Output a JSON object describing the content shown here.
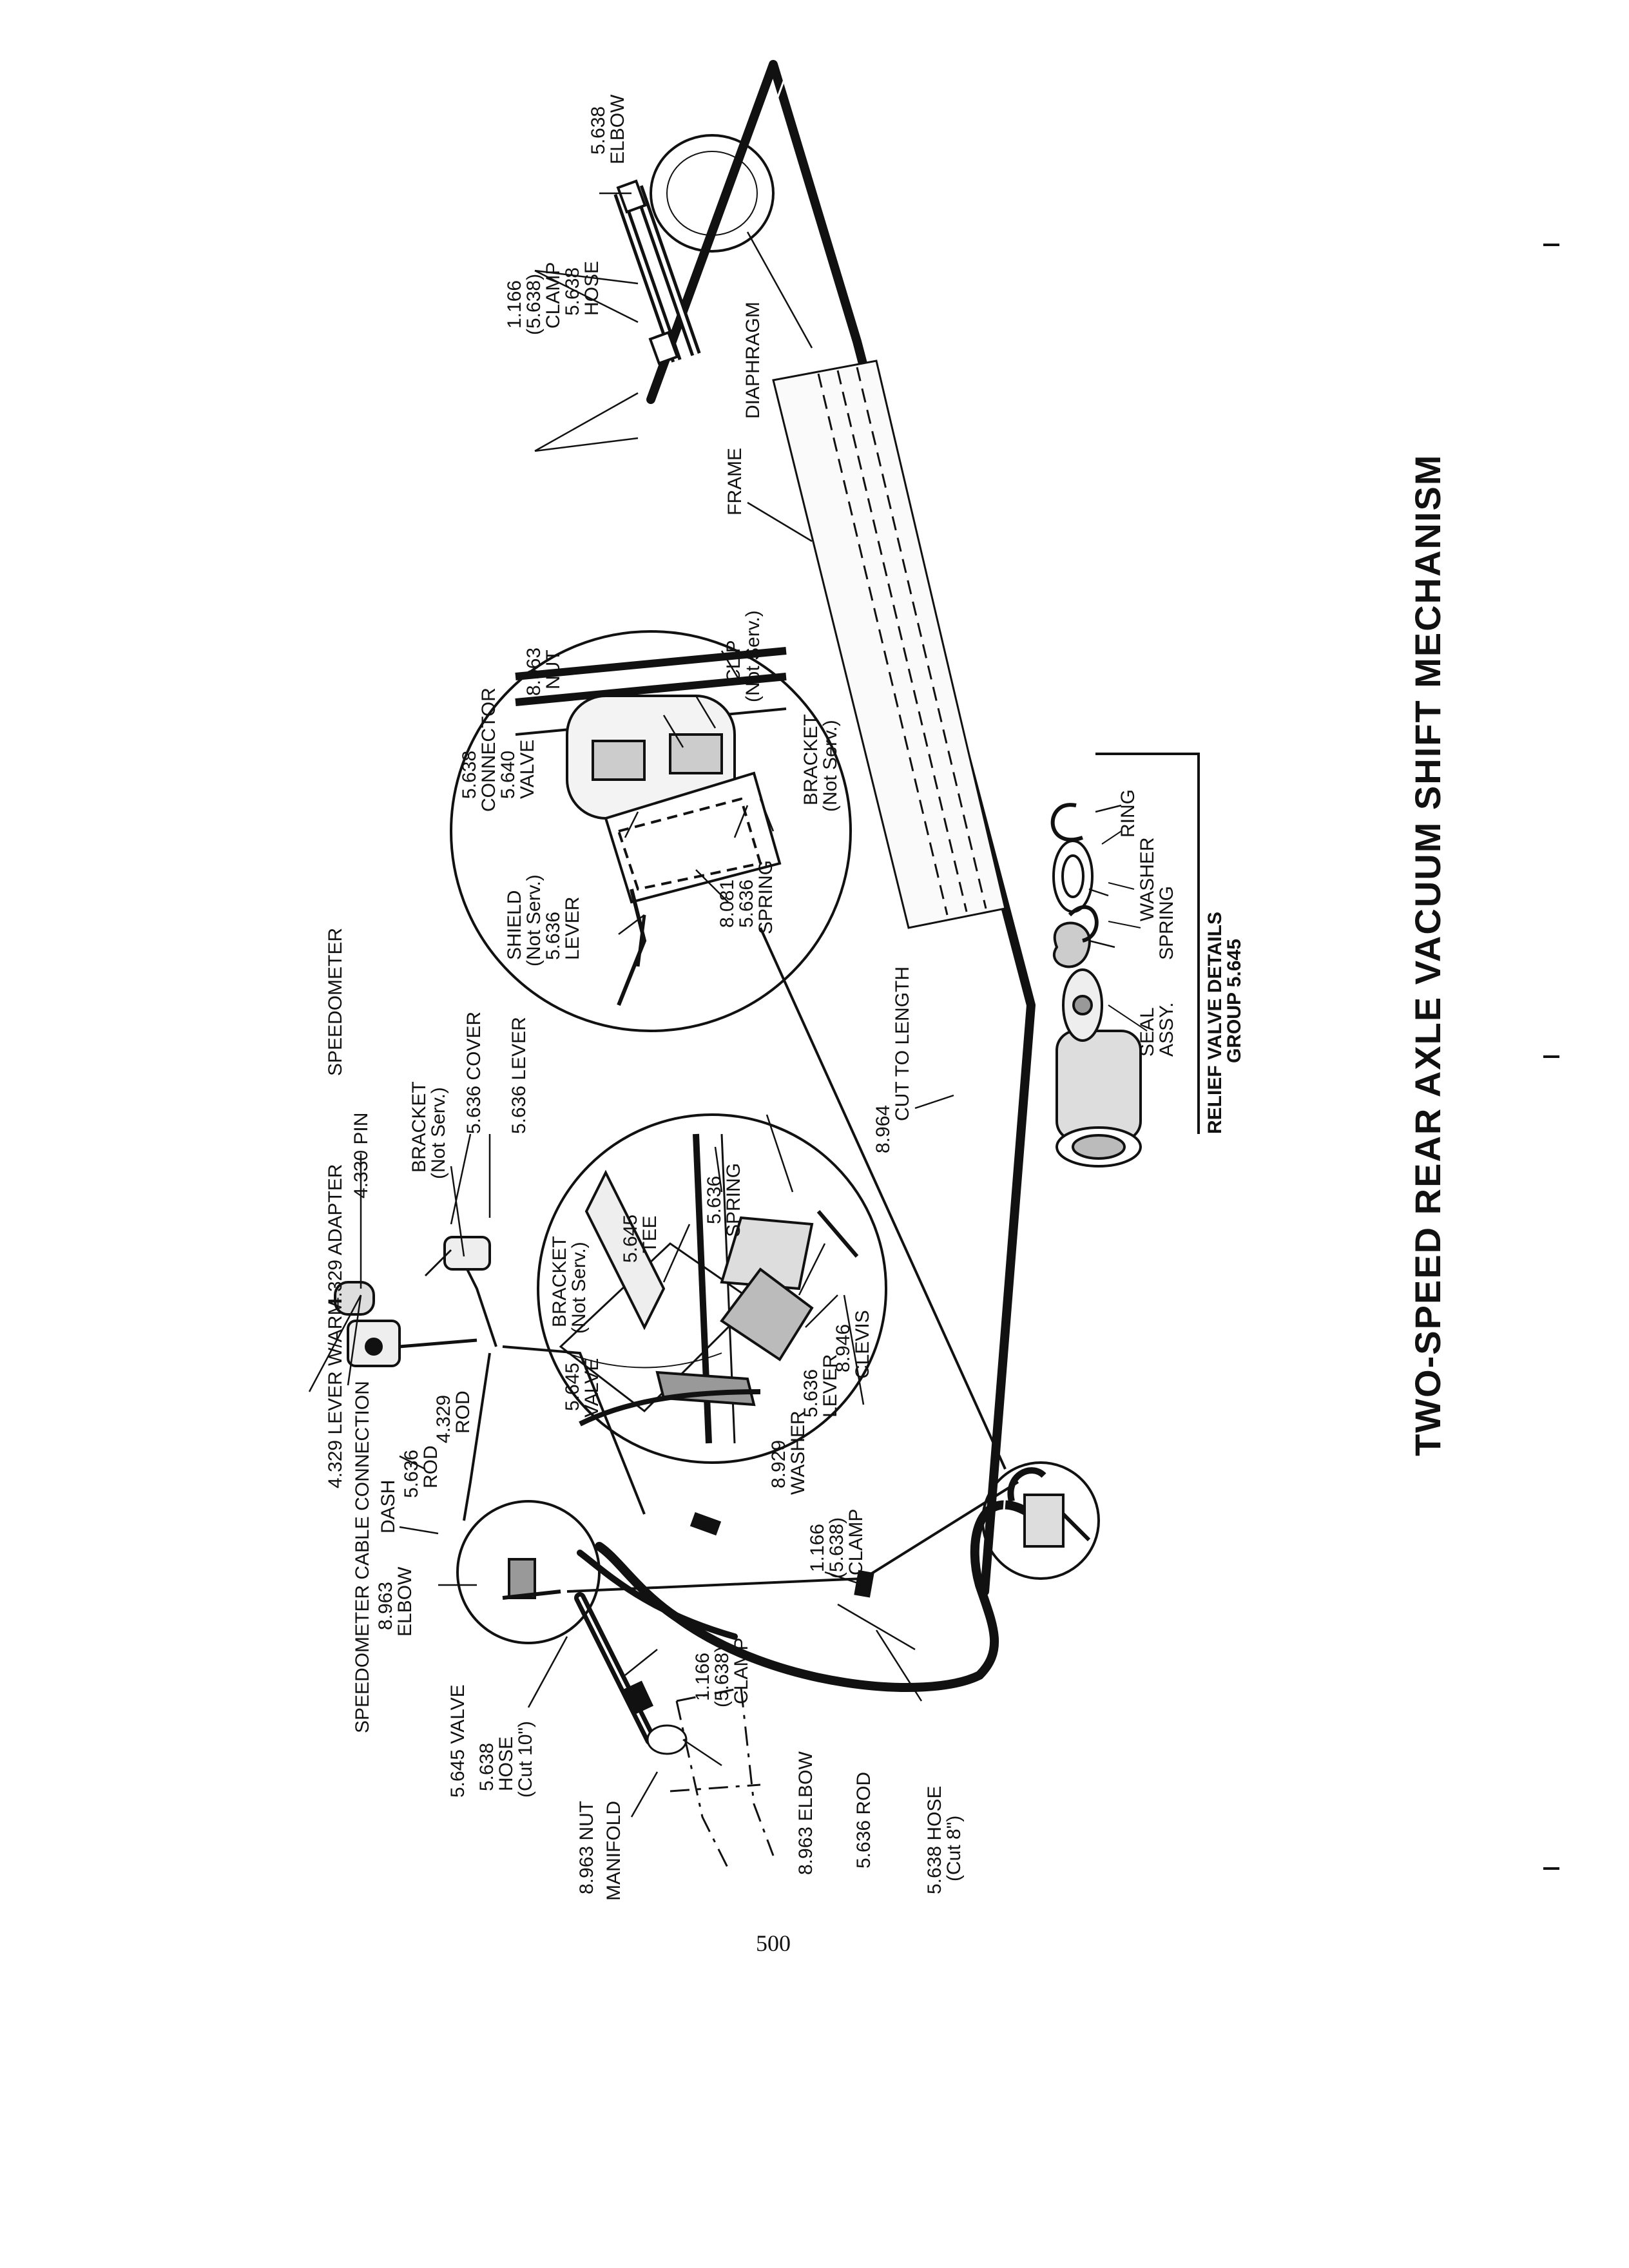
{
  "title": "TWO-SPEED REAR AXLE VACUUM SHIFT MECHANISM",
  "page_number": "500",
  "colors": {
    "ink": "#111111",
    "paper": "#ffffff"
  },
  "labels": {
    "lever_w_arm": "4.329 LEVER W/ARM",
    "adapter": "4.329 ADAPTER",
    "speedometer": "SPEEDOMETER",
    "speedo_cable": "SPEEDOMETER CABLE CONNECTION",
    "pin": "4.330 PIN",
    "bracket_top_1": "BRACKET",
    "bracket_top_2": "(Not Serv.)",
    "cover": "5.636 COVER",
    "lever_top": "5.636 LEVER",
    "dash": "DASH",
    "rod_5636_1": "5.636",
    "rod_5636_2": "ROD",
    "rod_4329_1": "4.329",
    "rod_4329_2": "ROD",
    "elbow_8963_1": "8.963",
    "elbow_8963_2": "ELBOW",
    "valve_5645": "5.645 VALVE",
    "hose_5638_1": "5.638",
    "hose_5638_2": "HOSE",
    "hose_5638_3": "(Cut 10\")",
    "nut_8963": "8.963 NUT",
    "manifold": "MANIFOLD",
    "clamp_low_1": "1.166",
    "clamp_low_2": "(5.638)",
    "clamp_low_3": "CLAMP",
    "elbow_low": "8.963 ELBOW",
    "rod_low": "5.636 ROD",
    "hose_low_1": "5.638 HOSE",
    "hose_low_2": "(Cut 8\")",
    "clamp_mid_1": "1.166",
    "clamp_mid_2": "(5.638)",
    "clamp_mid_3": "CLAMP",
    "det1_valve_1": "5.645",
    "det1_valve_2": "VALVE",
    "det1_bracket_1": "BRACKET",
    "det1_bracket_2": "(Not Serv.)",
    "det1_tee_1": "5.645",
    "det1_tee_2": "TEE",
    "det1_spring_1": "5.636",
    "det1_spring_2": "SPRING",
    "det1_washer_1": "8.929",
    "det1_washer_2": "WASHER",
    "det1_lever_1": "5.636",
    "det1_lever_2": "LEVER",
    "det1_clevis_1": "8.946",
    "det1_clevis_2": "CLEVIS",
    "cut_length_1": "8.964",
    "cut_length_2": "CUT TO LENGTH",
    "det2_shield_1": "SHIELD",
    "det2_shield_2": "(Not Serv.)",
    "det2_lever_1": "5.636",
    "det2_lever_2": "LEVER",
    "det2_connector_1": "5.638",
    "det2_connector_2": "CONNECTOR",
    "det2_valve_1": "5.640",
    "det2_valve_2": "VALVE",
    "det2_nut_1": "8.963",
    "det2_nut_2": "NUT",
    "det2_clip_1": "CLIP",
    "det2_clip_2": "(Not Serv.)",
    "det2_bracket_1": "BRACKET",
    "det2_bracket_2": "(Not Serv.)",
    "det2_spring_1": "8.081",
    "det2_spring_2": "5.636",
    "det2_spring_3": "SPRING",
    "frame": "FRAME",
    "diaphragm": "DIAPHRAGM",
    "top_clamp_1": "1.166",
    "top_clamp_2": "(5.638)",
    "top_clamp_3": "CLAMP",
    "top_hose_1": "5.638",
    "top_hose_2": "HOSE",
    "top_elbow_1": "5.638",
    "top_elbow_2": "ELBOW",
    "relief_seal_1": "SEAL",
    "relief_seal_2": "ASSY.",
    "relief_spring": "SPRING",
    "relief_washer": "WASHER",
    "relief_ring": "RING",
    "relief_title": "RELIEF VALVE DETAILS",
    "relief_group": "GROUP 5.645"
  }
}
